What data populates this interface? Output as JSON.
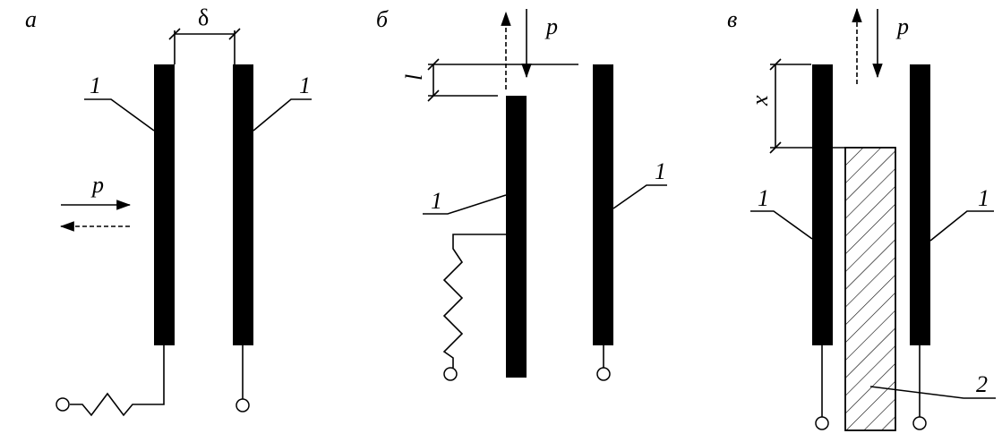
{
  "panels": {
    "a": {
      "letter": "а",
      "gap_symbol": "δ",
      "force_label": "p",
      "plate_left_label": "1",
      "plate_right_label": "1"
    },
    "b": {
      "letter": "б",
      "force_label": "p",
      "offset_label": "l",
      "plate_left_label": "1",
      "plate_right_label": "1"
    },
    "v": {
      "letter": "в",
      "force_label": "p",
      "offset_label": "x",
      "plate_left_label": "1",
      "plate_right_label": "1",
      "dielectric_label": "2"
    }
  },
  "colors": {
    "ink": "#000000",
    "background": "#ffffff"
  }
}
